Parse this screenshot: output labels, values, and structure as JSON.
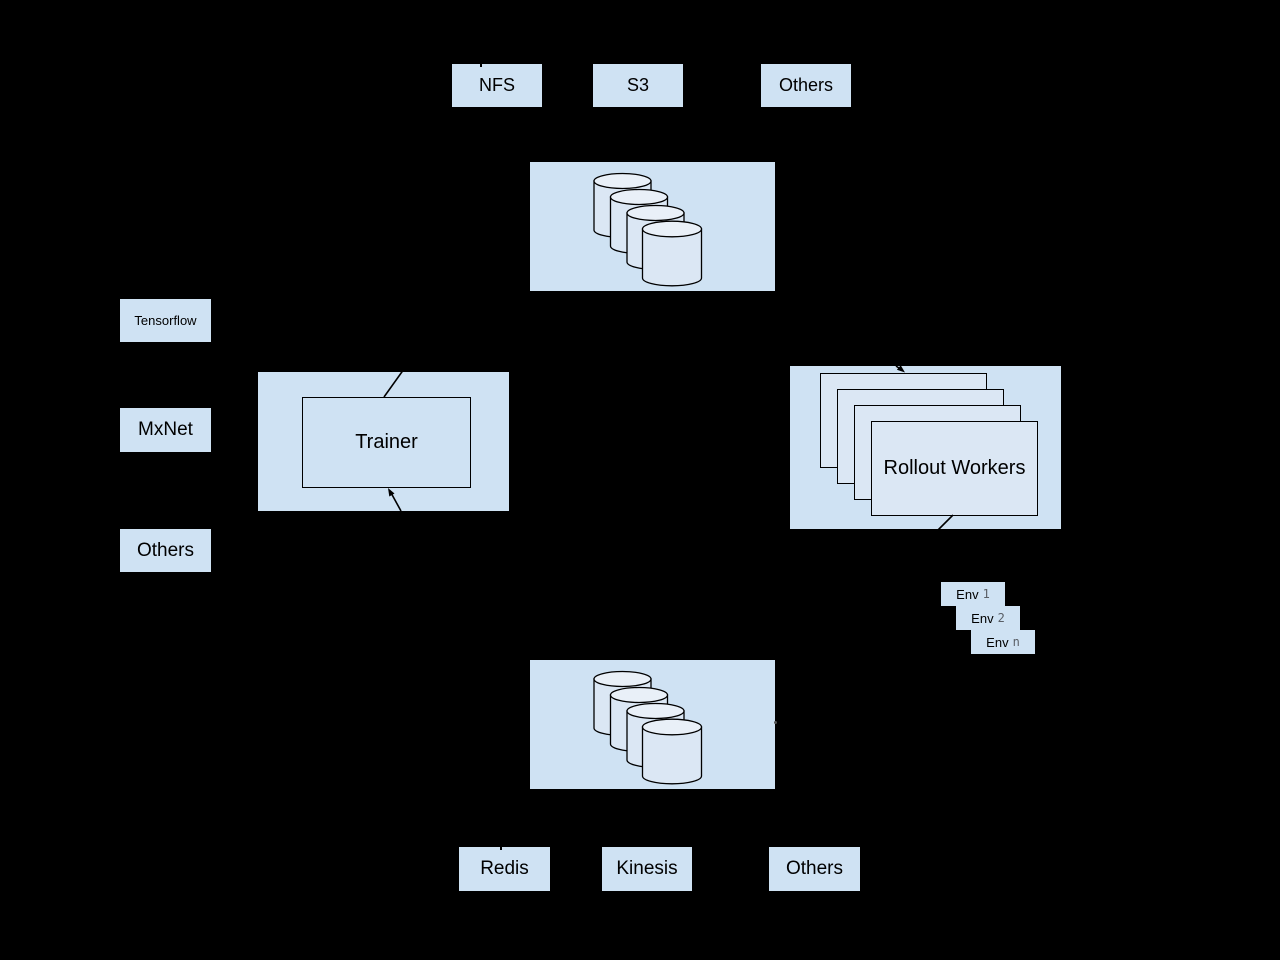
{
  "diagram": {
    "colors": {
      "background": "#000000",
      "node_fill": "#cfe2f3",
      "shape_fill": "#dbe7f4",
      "cylinder_top_fill": "#e9f0f8",
      "outline": "#000000",
      "text": "#000000"
    },
    "storage_options_top": {
      "items": [
        {
          "label": "NFS"
        },
        {
          "label": "S3"
        },
        {
          "label": "Others"
        }
      ]
    },
    "data_store_top": {
      "cylinder_count": 4
    },
    "frameworks": {
      "items": [
        {
          "label": "Tensorflow"
        },
        {
          "label": "MxNet"
        },
        {
          "label": "Others"
        }
      ]
    },
    "trainer": {
      "label": "Trainer"
    },
    "rollout_workers": {
      "label": "Rollout Workers",
      "stacked_copies": 4
    },
    "environments": {
      "items": [
        {
          "label": "Env",
          "id": "1"
        },
        {
          "label": "Env",
          "id": "2"
        },
        {
          "label": "Env",
          "id": "n"
        }
      ]
    },
    "data_store_bottom": {
      "cylinder_count": 4
    },
    "memory_backends_bottom": {
      "items": [
        {
          "label": "Redis"
        },
        {
          "label": "Kinesis"
        },
        {
          "label": "Others"
        }
      ]
    }
  }
}
